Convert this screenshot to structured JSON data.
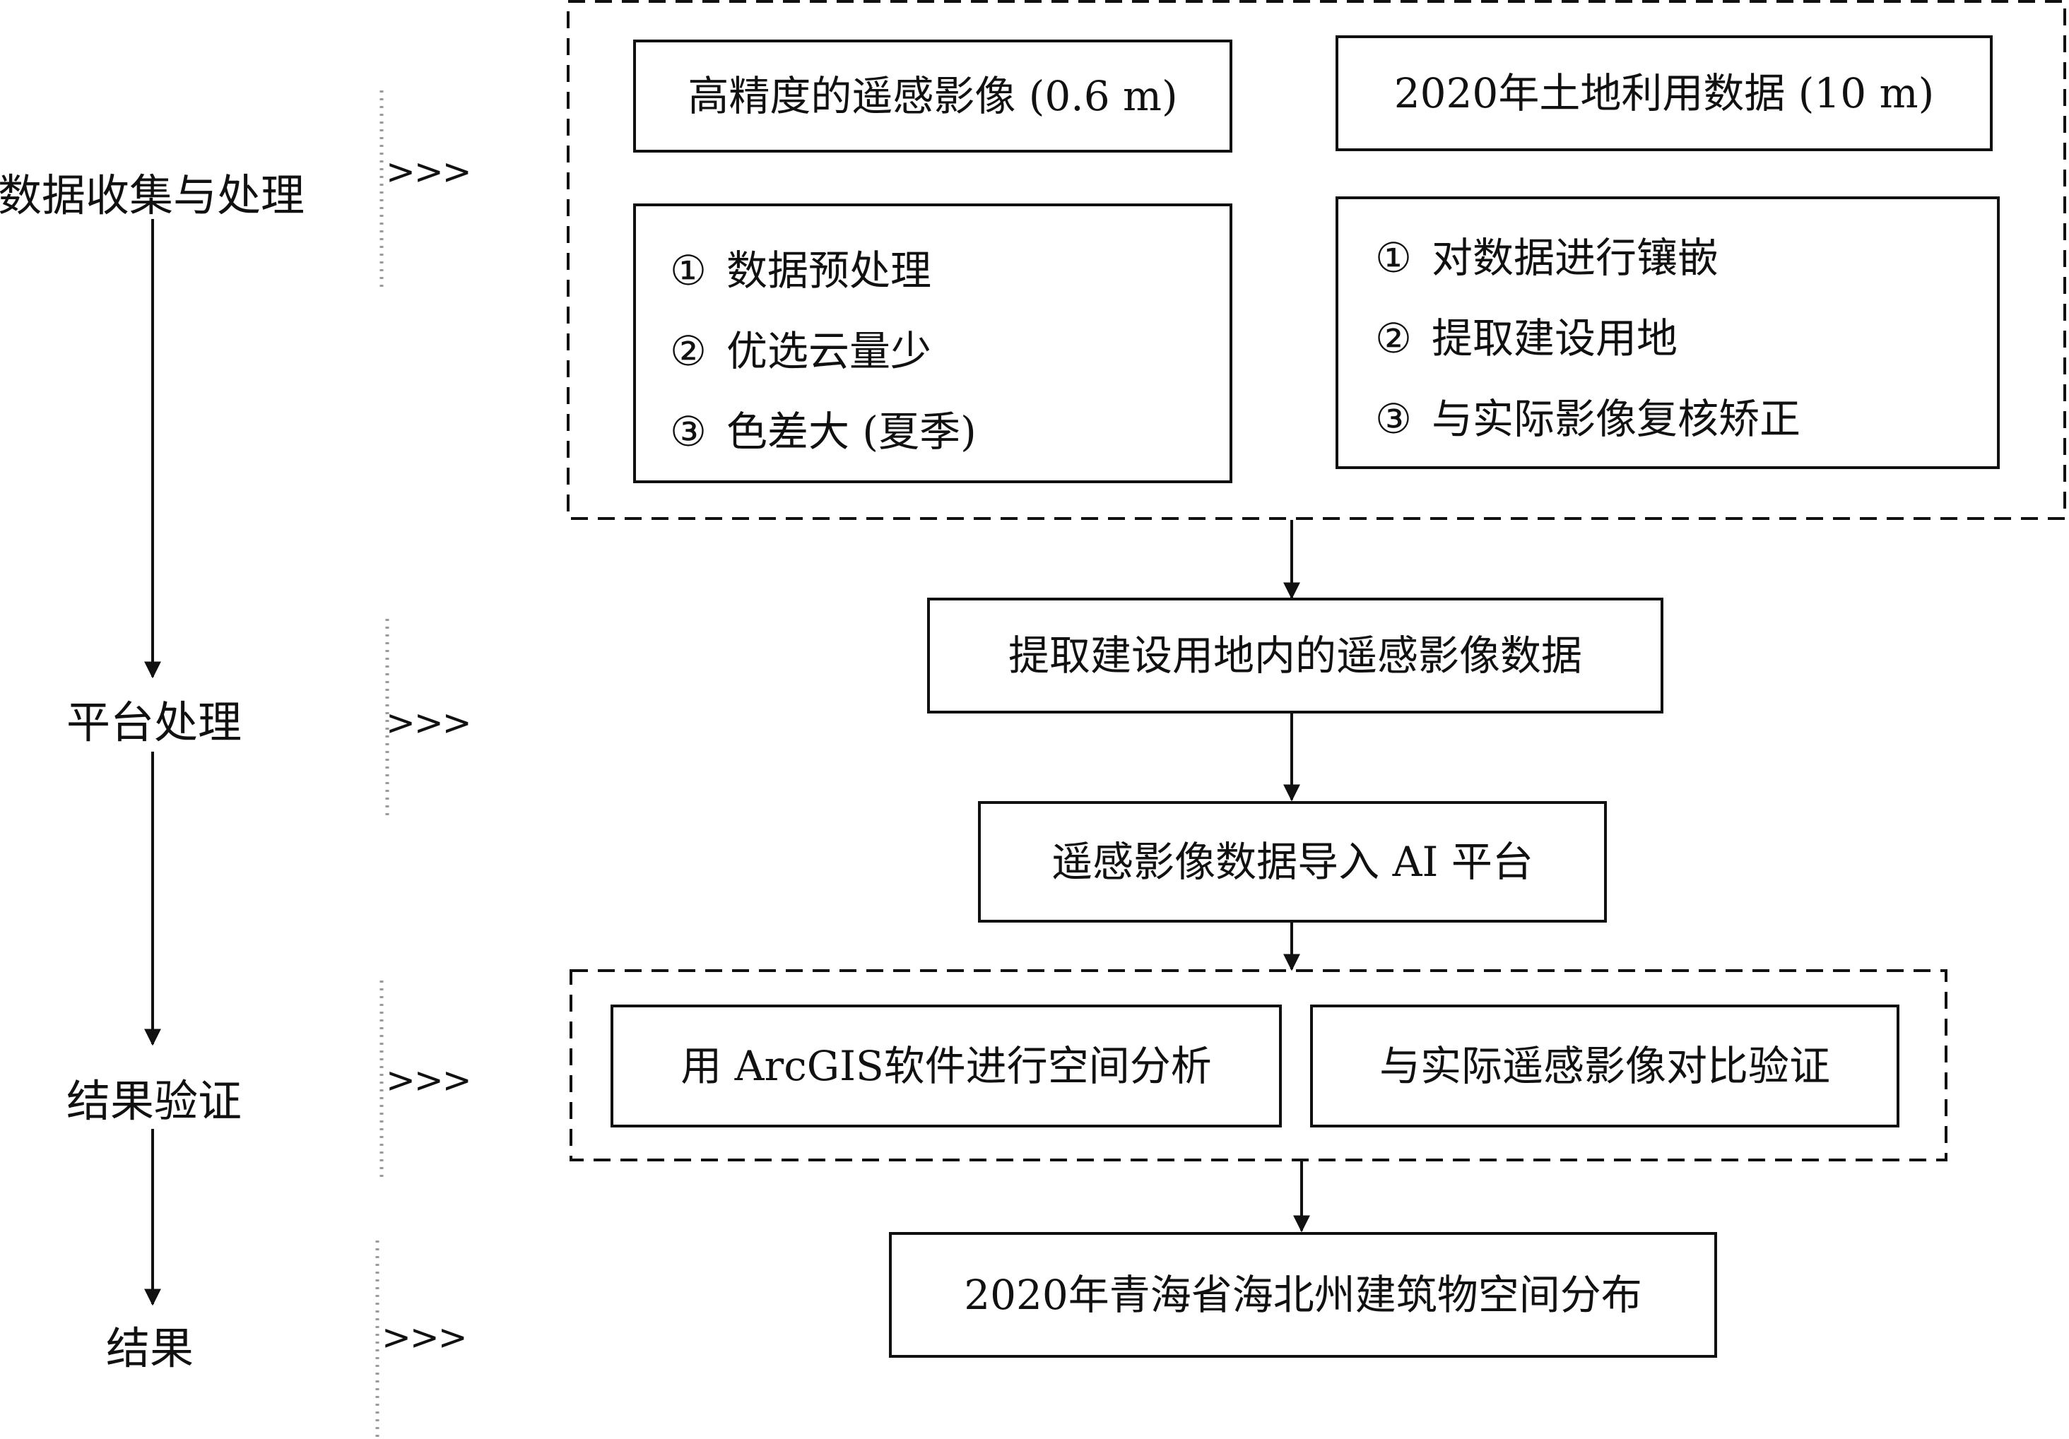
{
  "stages": [
    {
      "label": "数据收集与处理",
      "marker": ">>>"
    },
    {
      "label": "平台处理",
      "marker": ">>>"
    },
    {
      "label": "结果验证",
      "marker": ">>>"
    },
    {
      "label": "结果",
      "marker": ">>>"
    }
  ],
  "collection": {
    "imagery_title": "高精度的遥感影像 (0.6 m)",
    "landuse_title": "2020年土地利用数据 (10 m)",
    "imagery_steps": [
      {
        "marker": "①",
        "text": "数据预处理"
      },
      {
        "marker": "②",
        "text": "优选云量少"
      },
      {
        "marker": "③",
        "text": "色差大 (夏季)"
      }
    ],
    "landuse_steps": [
      {
        "marker": "①",
        "text": "对数据进行镶嵌"
      },
      {
        "marker": "②",
        "text": "提取建设用地"
      },
      {
        "marker": "③",
        "text": "与实际影像复核矫正"
      }
    ]
  },
  "platform": {
    "extract_label": "提取建设用地内的遥感影像数据",
    "import_label": "遥感影像数据导入 AI 平台"
  },
  "validation": {
    "arcgis_label": "用 ArcGIS软件进行空间分析",
    "compare_label": "与实际遥感影像对比验证"
  },
  "result": {
    "label": "2020年青海省海北州建筑物空间分布"
  },
  "colors": {
    "line": "#111111",
    "separator": "#9a9a9a",
    "background": "#ffffff"
  }
}
